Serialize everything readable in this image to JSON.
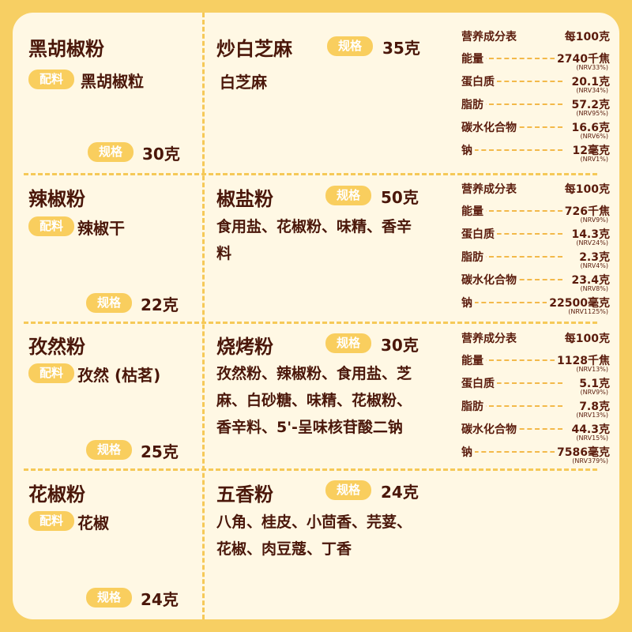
{
  "labels": {
    "ingredient": "配料",
    "spec": "规格"
  },
  "products": {
    "black_pepper": {
      "name": "黑胡椒粉",
      "ingredients": "黑胡椒粒",
      "spec": "30克"
    },
    "sesame": {
      "name": "炒白芝麻",
      "ingredients": "白芝麻",
      "spec": "35克"
    },
    "chili": {
      "name": "辣椒粉",
      "ingredients": "辣椒干",
      "spec": "22克"
    },
    "pepper_salt": {
      "name": "椒盐粉",
      "ingredients": "食用盐、花椒粉、味精、香辛料",
      "spec": "50克"
    },
    "cumin": {
      "name": "孜然粉",
      "ingredients": "孜然 (枯茗)",
      "spec": "25克"
    },
    "bbq": {
      "name": "烧烤粉",
      "ingredients": "孜然粉、辣椒粉、食用盐、芝麻、白砂糖、味精、花椒粉、香辛料、5'-呈味核苷酸二钠",
      "spec": "30克"
    },
    "sichuan_pepper": {
      "name": "花椒粉",
      "ingredients": "花椒",
      "spec": "24克"
    },
    "five_spice": {
      "name": "五香粉",
      "ingredients": "八角、桂皮、小茴香、芫荽、花椒、肉豆蔻、丁香",
      "spec": "24克"
    }
  },
  "nutrition_tables": [
    {
      "title": "营养成分表",
      "per": "每100克",
      "rows": [
        {
          "label": "能量",
          "value": "2740千焦",
          "nrv": "(NRV33%)"
        },
        {
          "label": "蛋白质",
          "value": "20.1克",
          "nrv": "(NRV34%)"
        },
        {
          "label": "脂肪",
          "value": "57.2克",
          "nrv": "(NRV95%)"
        },
        {
          "label": "碳水化合物",
          "value": "16.6克",
          "nrv": "(NRV6%)"
        },
        {
          "label": "钠",
          "value": "12毫克",
          "nrv": "(NRV1%)"
        }
      ]
    },
    {
      "title": "营养成分表",
      "per": "每100克",
      "rows": [
        {
          "label": "能量",
          "value": "726千焦",
          "nrv": "(NRV9%)"
        },
        {
          "label": "蛋白质",
          "value": "14.3克",
          "nrv": "(NRV24%)"
        },
        {
          "label": "脂肪",
          "value": "2.3克",
          "nrv": "(NRV4%)"
        },
        {
          "label": "碳水化合物",
          "value": "23.4克",
          "nrv": "(NRV8%)"
        },
        {
          "label": "钠",
          "value": "22500毫克",
          "nrv": "(NRV1125%)"
        }
      ]
    },
    {
      "title": "营养成分表",
      "per": "每100克",
      "rows": [
        {
          "label": "能量",
          "value": "1128千焦",
          "nrv": "(NRV13%)"
        },
        {
          "label": "蛋白质",
          "value": "5.1克",
          "nrv": "(NRV9%)"
        },
        {
          "label": "脂肪",
          "value": "7.8克",
          "nrv": "(NRV13%)"
        },
        {
          "label": "碳水化合物",
          "value": "44.3克",
          "nrv": "(NRV15%)"
        },
        {
          "label": "钠",
          "value": "7586毫克",
          "nrv": "(NRV379%)"
        }
      ]
    }
  ]
}
